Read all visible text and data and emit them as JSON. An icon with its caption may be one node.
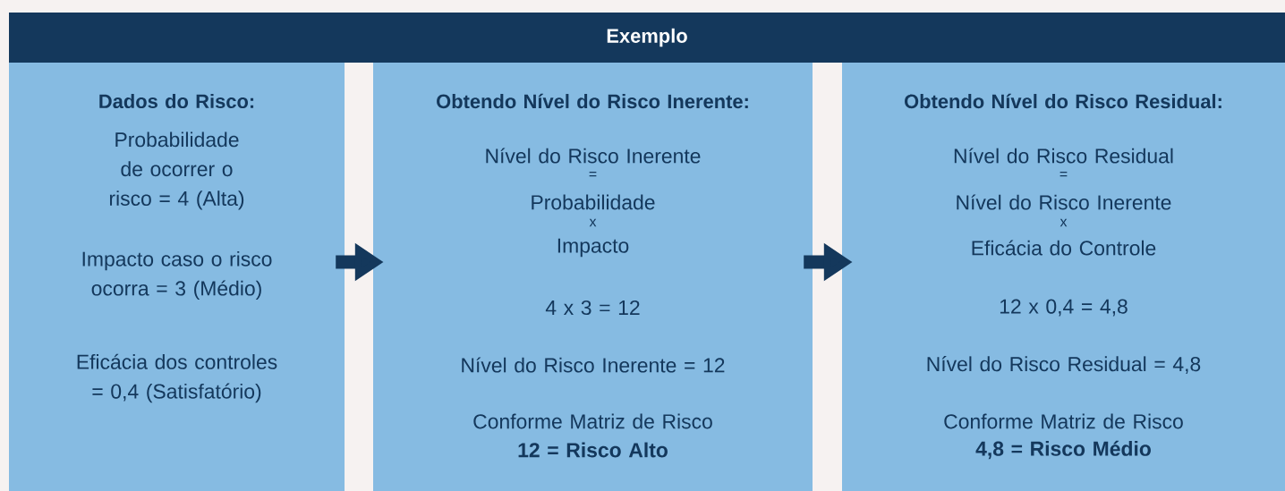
{
  "diagram": {
    "nodes": [
      {
        "text": [
          "Exemplo"
        ]
      },
      {
        "text": [
          "Dados do Risco:",
          "Probabilidade de ocorrer o risco = 4 (Alta)",
          "Impacto caso o risco ocorra = 3 (Médio)",
          "Eficácia dos controles = 0,4 (Satisfatório)"
        ]
      },
      {
        "text": [
          "Obtendo Nível do Risco Inerente:",
          "Nível do Risco Inerente",
          "=",
          "Probabilidade",
          "x",
          "Impacto",
          "4 x 3 = 12",
          "Nível do Risco Inerente = 12",
          "Conforme Matriz de Risco",
          "12 = Risco Alto"
        ]
      },
      {
        "text": [
          "Obtendo Nível do Risco Residual:",
          "Nível do Risco Residual",
          "=",
          "Nível do Risco Inerente",
          "x",
          "Eficácia do Controle",
          "12 x 0,4 = 4,8",
          "Nível do Risco Residual = 4,8",
          "Conforme Matriz de Risco",
          "4,8 = Risco Médio"
        ]
      }
    ],
    "edges": [
      {
        "from": 1,
        "to": 2,
        "arrow": "to"
      },
      {
        "from": 2,
        "to": 3,
        "arrow": "to"
      }
    ]
  }
}
